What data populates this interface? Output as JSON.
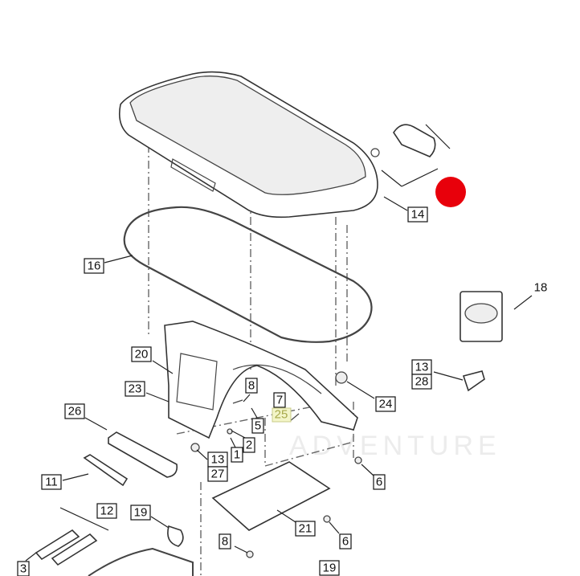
{
  "diagram": {
    "watermark": "ADVENTURE",
    "marker_color": "#e8000b",
    "highlight_color": "#f3f5c8",
    "callouts": [
      "14",
      "16",
      "18",
      "20",
      "23",
      "26",
      "8",
      "7",
      "25",
      "5",
      "2",
      "1",
      "13",
      "27",
      "13",
      "28",
      "24",
      "6",
      "11",
      "12",
      "19",
      "21",
      "6",
      "8",
      "3",
      "19"
    ]
  }
}
